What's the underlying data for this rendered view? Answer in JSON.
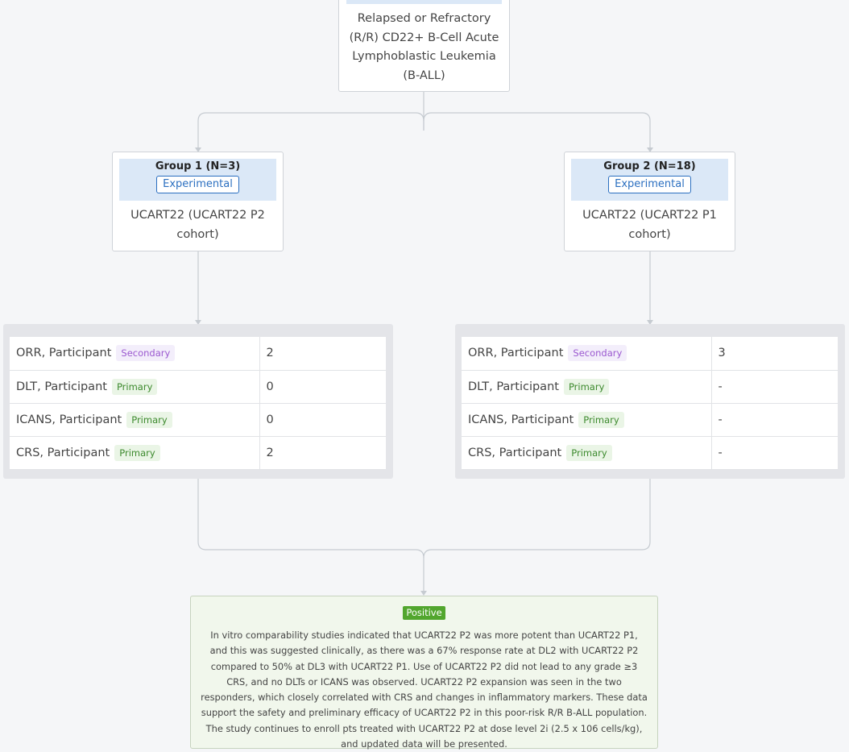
{
  "population": {
    "text": "Relapsed or Refractory (R/R) CD22+ B-Cell Acute Lymphoblastic Leukemia (B-ALL)"
  },
  "groups": [
    {
      "title": "Group 1 (N=3)",
      "tag": "Experimental",
      "desc": "UCART22 (UCART22 P2 cohort)",
      "outcomes": [
        {
          "name": "ORR, Participant",
          "type": "Secondary",
          "value": "2"
        },
        {
          "name": "DLT, Participant",
          "type": "Primary",
          "value": "0"
        },
        {
          "name": "ICANS, Participant",
          "type": "Primary",
          "value": "0"
        },
        {
          "name": "CRS, Participant",
          "type": "Primary",
          "value": "2"
        }
      ]
    },
    {
      "title": "Group 2 (N=18)",
      "tag": "Experimental",
      "desc": "UCART22 (UCART22 P1 cohort)",
      "outcomes": [
        {
          "name": "ORR, Participant",
          "type": "Secondary",
          "value": "3"
        },
        {
          "name": "DLT, Participant",
          "type": "Primary",
          "value": "-"
        },
        {
          "name": "ICANS, Participant",
          "type": "Primary",
          "value": "-"
        },
        {
          "name": "CRS, Participant",
          "type": "Primary",
          "value": "-"
        }
      ]
    }
  ],
  "result": {
    "tag": "Positive",
    "text": "In vitro comparability studies indicated that UCART22 P2 was more potent than UCART22 P1, and this was suggested clinically, as there was a 67% response rate at DL2 with UCART22 P2 compared to 50% at DL3 with UCART22 P1. Use of UCART22 P2 did not lead to any grade ≥3 CRS, and no DLTs or ICANS was observed. UCART22 P2 expansion was seen in the two responders, which closely correlated with CRS and changes in inflammatory markers. These data support the safety and preliminary efficacy of UCART22 P2 in this poor-risk R/R B-ALL population. The study continues to enroll pts treated with UCART22 P2 at dose level 2i (2.5 x 106 cells/kg), and updated data will be presented."
  },
  "colors": {
    "connector": "#c6cbd1",
    "accent_blue": "#2b6fc0",
    "positive_green": "#52a62e",
    "secondary_purple": "#9b59d0",
    "primary_green": "#3d8a2e"
  }
}
